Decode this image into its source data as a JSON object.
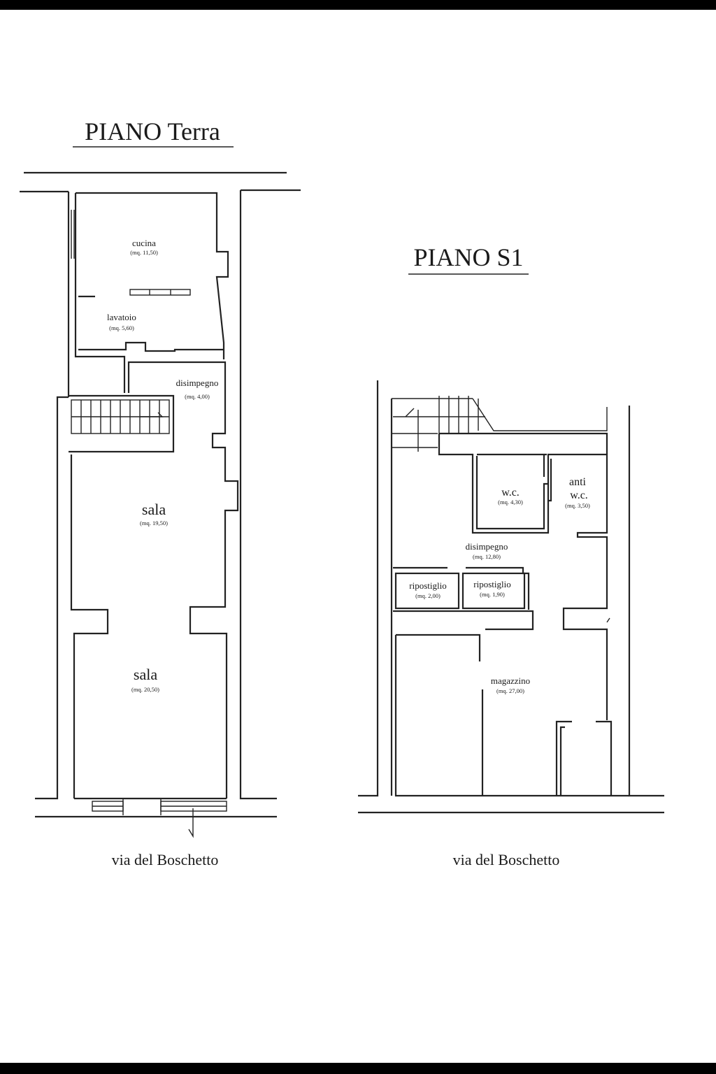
{
  "ground_floor": {
    "title": "PIANO Terra",
    "street": "via del Boschetto",
    "rooms": {
      "cucina": {
        "name": "cucina",
        "area": "(mq. 11,50)"
      },
      "lavatoio": {
        "name": "lavatoio",
        "area": "(mq. 5,60)"
      },
      "disimpegno": {
        "name": "disimpegno",
        "area": "(mq. 4,00)"
      },
      "sala1": {
        "name": "sala",
        "area": "(mq. 19,50)"
      },
      "sala2": {
        "name": "sala",
        "area": "(mq. 20,50)"
      }
    }
  },
  "basement": {
    "title": "PIANO S1",
    "street": "via del Boschetto",
    "rooms": {
      "wc": {
        "name": "w.c.",
        "area": "(mq. 4,30)"
      },
      "anti": {
        "name_line1": "anti",
        "name_line2": "w.c.",
        "area": "(mq. 3,50)"
      },
      "disimpegno": {
        "name": "disimpegno",
        "area": "(mq. 12,80)"
      },
      "ripostiglio1": {
        "name": "ripostiglio",
        "area": "(mq. 2,00)"
      },
      "ripostiglio2": {
        "name": "ripostiglio",
        "area": "(mq. 1,90)"
      },
      "magazzino": {
        "name": "magazzino",
        "area": "(mq. 27,00)"
      }
    }
  }
}
